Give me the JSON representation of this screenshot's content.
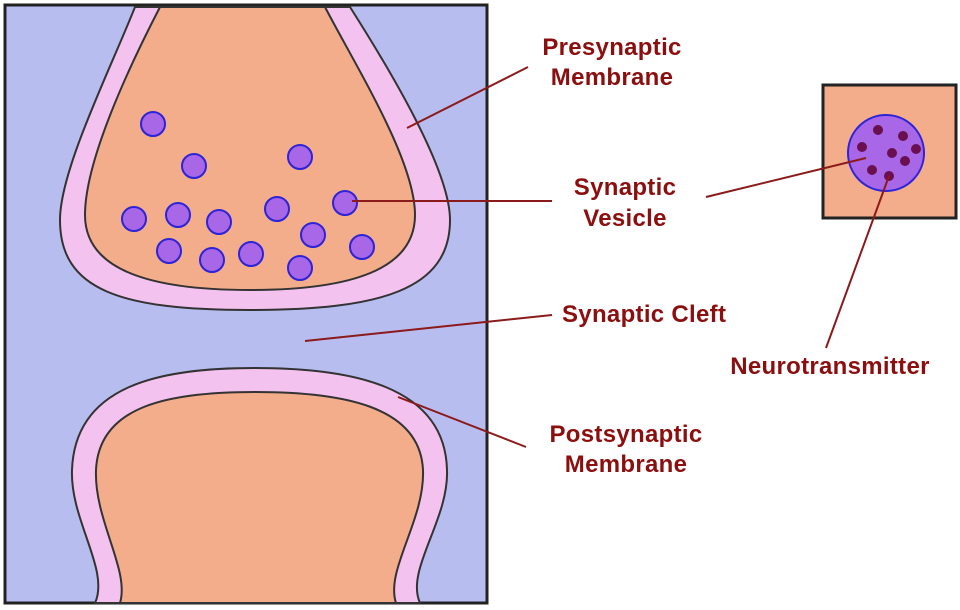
{
  "labels": {
    "presynaptic_line1": "Presynaptic",
    "presynaptic_line2": "Membrane",
    "vesicle_line1": "Synaptic",
    "vesicle_line2": "Vesicle",
    "cleft": "Synaptic Cleft",
    "postsynaptic_line1": "Postsynaptic",
    "postsynaptic_line2": "Membrane",
    "neurotransmitter": "Neurotransmitter"
  },
  "colors": {
    "background": "#b8bdf0",
    "cytoplasm": "#f4ad8a",
    "membrane": "#f4c2ee",
    "vesicle": "#a767e6",
    "vesicle_stroke": "#2d23d8",
    "neurotransmitter": "#6a0f4f",
    "label_text": "#8b0f0f",
    "leader_line": "#8b1a1a",
    "outline": "#222222"
  }
}
